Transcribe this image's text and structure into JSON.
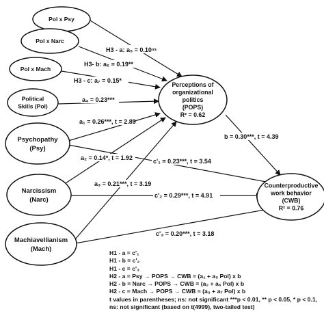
{
  "nodes": {
    "pol_psy": {
      "lines": [
        "Pol x Psy"
      ]
    },
    "pol_narc": {
      "lines": [
        "Pol x Narc"
      ]
    },
    "pol_mach": {
      "lines": [
        "Pol x Mach"
      ]
    },
    "pol_skill": {
      "lines": [
        "Political",
        "Skills (Pol)"
      ]
    },
    "psy": {
      "lines": [
        "Psychopathy",
        "(Psy)"
      ]
    },
    "narc": {
      "lines": [
        "Narcissism",
        "(Narc)"
      ]
    },
    "mach": {
      "lines": [
        "Machiavellianism",
        "(Mach)"
      ]
    },
    "pops": {
      "lines": [
        "Perceptions of",
        "organizational",
        "politics",
        "(POPS)",
        "R² = 0.62"
      ]
    },
    "cwb": {
      "lines": [
        "Counterproductive",
        "work behavior",
        "(CWB)",
        "R² = 0.76"
      ]
    }
  },
  "paths": {
    "h3a": "H3 - a: a₅ = 0.10ⁿˢ",
    "h3b": "H3- b: a₆ = 0.19**",
    "h3c": "H3 - c: a₇ = 0.15*",
    "a4": "a₄ = 0.23***",
    "a1": "a₁ = 0.26***, t = 2.89",
    "a2": "a₂ = 0.14*, t = 1.92",
    "a3": "a₃ = 0.21***, t = 3.19",
    "c1": "c'₁ = 0.23***, t = 3.54",
    "c2": "c'₂ = 0.29***, t = 4.91",
    "c3": "c'₃ = 0.20***, t = 3.18",
    "b": "b = 0.30***, t = 4.39"
  },
  "notes": [
    "H1 - a = c'₁",
    "H1 - b = c'₂",
    "H1 - c = c'₃",
    "H2 - a = Psy → POPS → CWB = (a₁ + a₅ Pol) x b",
    "H2 - b = Narc → POPS → CWB = (a₂ + a₆ Pol) x b",
    "H2 - c = Mach → POPS → CWB = (a₃ + a₇ Pol) x b",
    "t values in parentheses; ns: not significant ***p < 0.01, ** p < 0.05, * p < 0.1,",
    "ns: not significant (based on t(4999), two-tailed test)"
  ]
}
